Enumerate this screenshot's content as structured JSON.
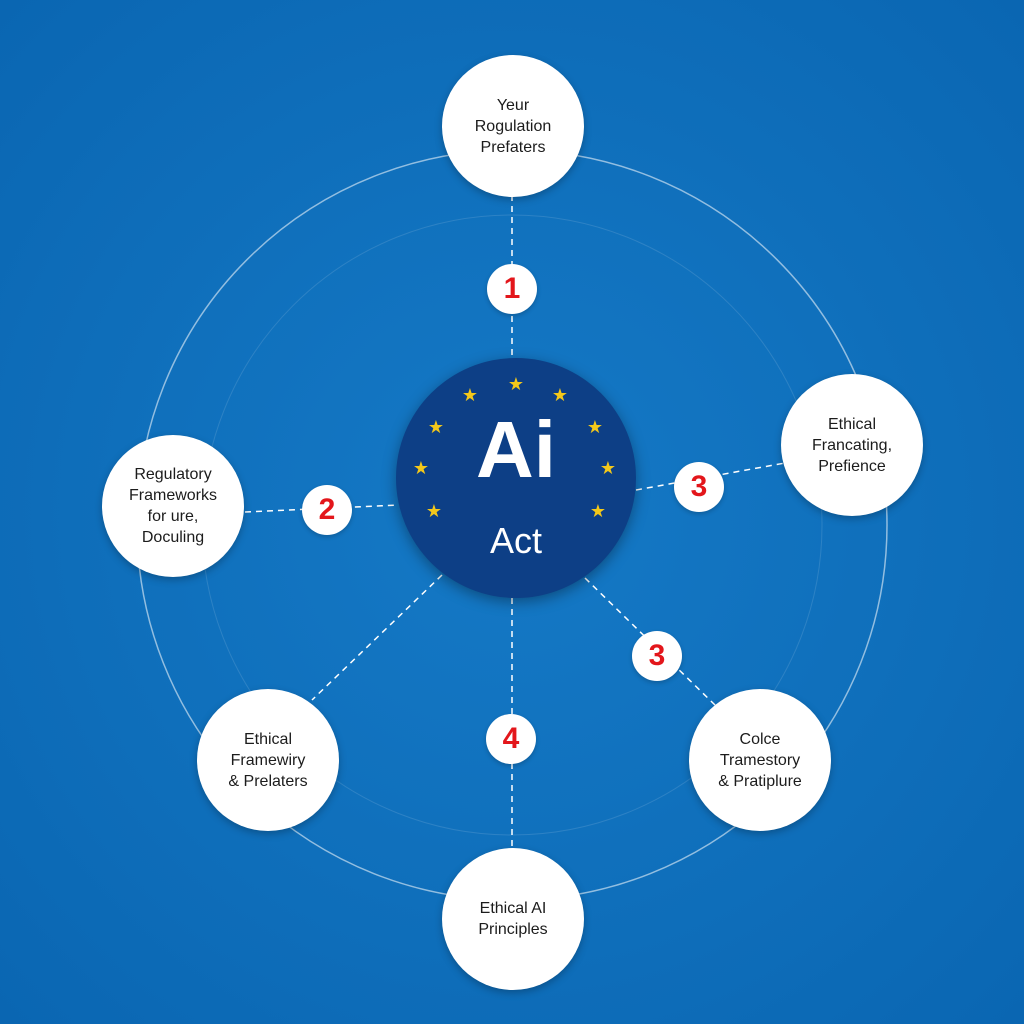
{
  "center": {
    "title": "Ai",
    "subtitle": "Act"
  },
  "nodes": [
    {
      "lines": [
        "Yeur",
        "Rogulation",
        "Prefaters"
      ]
    },
    {
      "lines": [
        "Ethical",
        "Francating,",
        "Prefience"
      ]
    },
    {
      "lines": [
        "Colce",
        "Tramestory",
        "& Pratiplure"
      ]
    },
    {
      "lines": [
        "Ethical AI",
        "Principles"
      ]
    },
    {
      "lines": [
        "Ethical",
        "Framewiry",
        "& Prelaters"
      ]
    },
    {
      "lines": [
        "Regulatory",
        "Frameworks",
        "for ure,",
        "Doculing"
      ]
    }
  ],
  "badges": [
    "1",
    "2",
    "3",
    "3",
    "4"
  ],
  "colors": {
    "background": "#1070bd",
    "hub": "#0d3f86",
    "badge_text": "#e3161b",
    "stars": "#f3c81a"
  }
}
